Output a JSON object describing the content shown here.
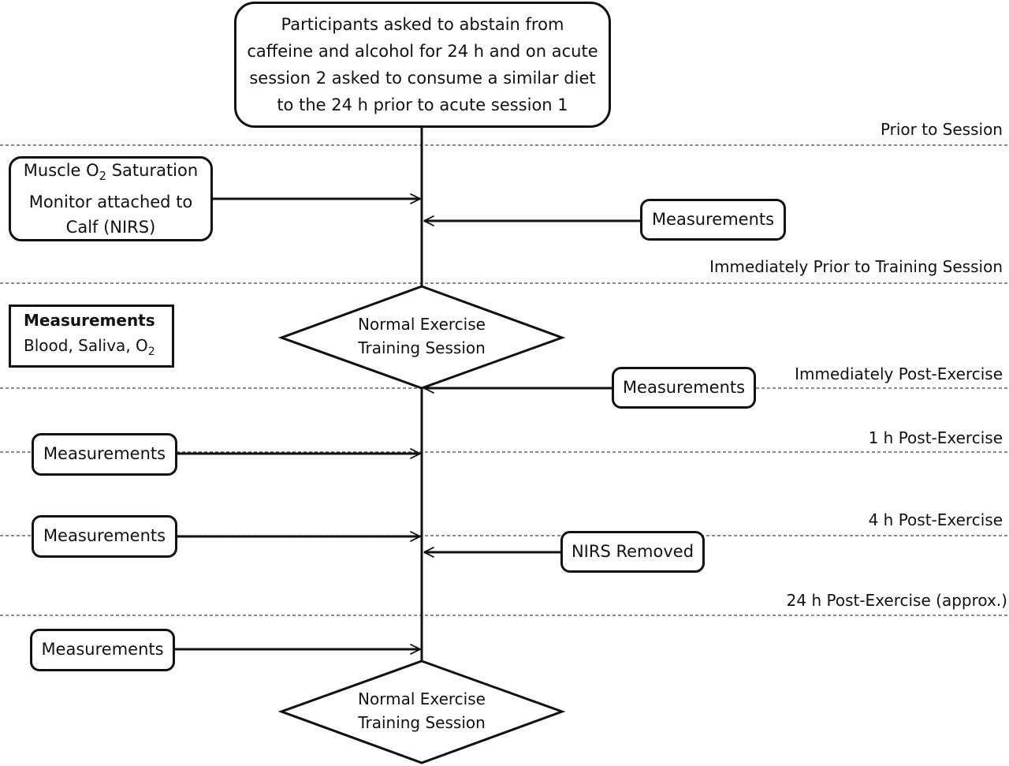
{
  "start_box": {
    "lines": [
      "Participants asked to abstain from",
      "caffeine and alcohol for 24 h and on acute",
      "session 2 asked to consume a similar diet",
      "to the 24 h prior to acute session 1"
    ]
  },
  "stages": {
    "prior": "Prior to Session",
    "immediately_prior": "Immediately Prior to Training Session",
    "immediately_post": "Immediately Post-Exercise",
    "one_h": "1 h Post-Exercise",
    "four_h": "4 h Post-Exercise",
    "twentyfour_h": "24 h Post-Exercise (approx.)"
  },
  "nirs_box": {
    "line1_pre": "Muscle O",
    "line1_sub": "2",
    "line1_post": " Saturation",
    "line2": "Monitor attached to",
    "line3": "Calf (NIRS)"
  },
  "legend": {
    "title": "Measurements",
    "body_pre": "Blood, Saliva, O",
    "body_sub": "2"
  },
  "measurement_label": "Measurements",
  "nirs_removed": "NIRS Removed",
  "exercise": {
    "line1": "Normal Exercise",
    "line2": "Training Session"
  }
}
